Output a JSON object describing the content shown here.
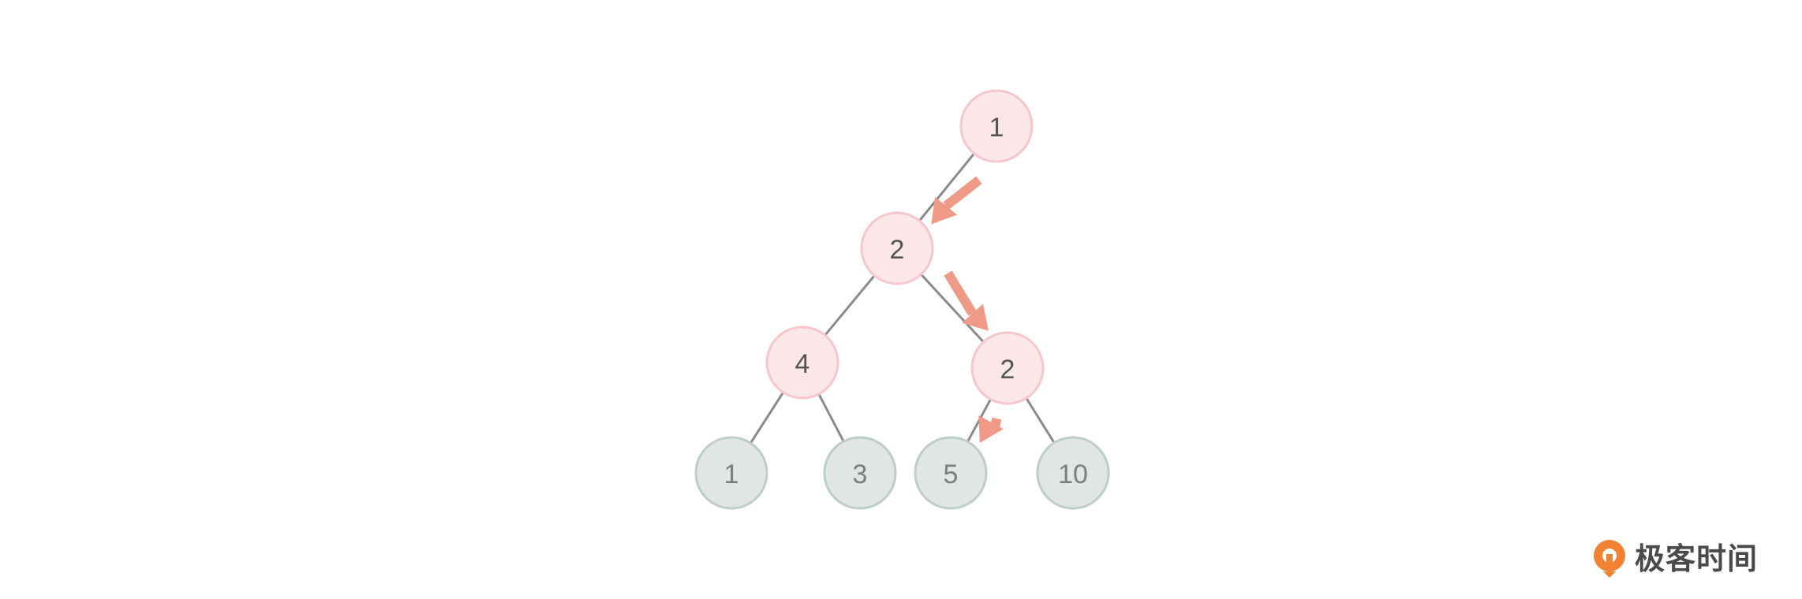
{
  "diagram": {
    "nodes": [
      {
        "id": "n1",
        "label": "1",
        "kind": "internal"
      },
      {
        "id": "n2",
        "label": "2",
        "kind": "internal"
      },
      {
        "id": "n3",
        "label": "4",
        "kind": "internal"
      },
      {
        "id": "n4",
        "label": "2",
        "kind": "internal"
      },
      {
        "id": "n5",
        "label": "1",
        "kind": "leaf"
      },
      {
        "id": "n6",
        "label": "3",
        "kind": "leaf"
      },
      {
        "id": "n7",
        "label": "5",
        "kind": "leaf"
      },
      {
        "id": "n8",
        "label": "10",
        "kind": "leaf"
      }
    ],
    "edges": [
      [
        "n1",
        "n2"
      ],
      [
        "n2",
        "n3"
      ],
      [
        "n2",
        "n4"
      ],
      [
        "n3",
        "n5"
      ],
      [
        "n3",
        "n6"
      ],
      [
        "n4",
        "n7"
      ],
      [
        "n4",
        "n8"
      ]
    ],
    "highlighted_path": [
      "n1",
      "n2",
      "n4",
      "n7"
    ],
    "colors": {
      "internal_fill": "#fbe6e8",
      "internal_stroke": "#f6c6cc",
      "internal_text": "#555555",
      "leaf_fill": "#dfe6e5",
      "leaf_stroke": "#bccdca",
      "leaf_text": "#7a7f7e",
      "edge": "#8a8a8a",
      "arrow": "#ee9a86"
    }
  },
  "brand": {
    "name": "极客时间",
    "icon": "geektime-logo-icon",
    "icon_color": "#f08232"
  }
}
